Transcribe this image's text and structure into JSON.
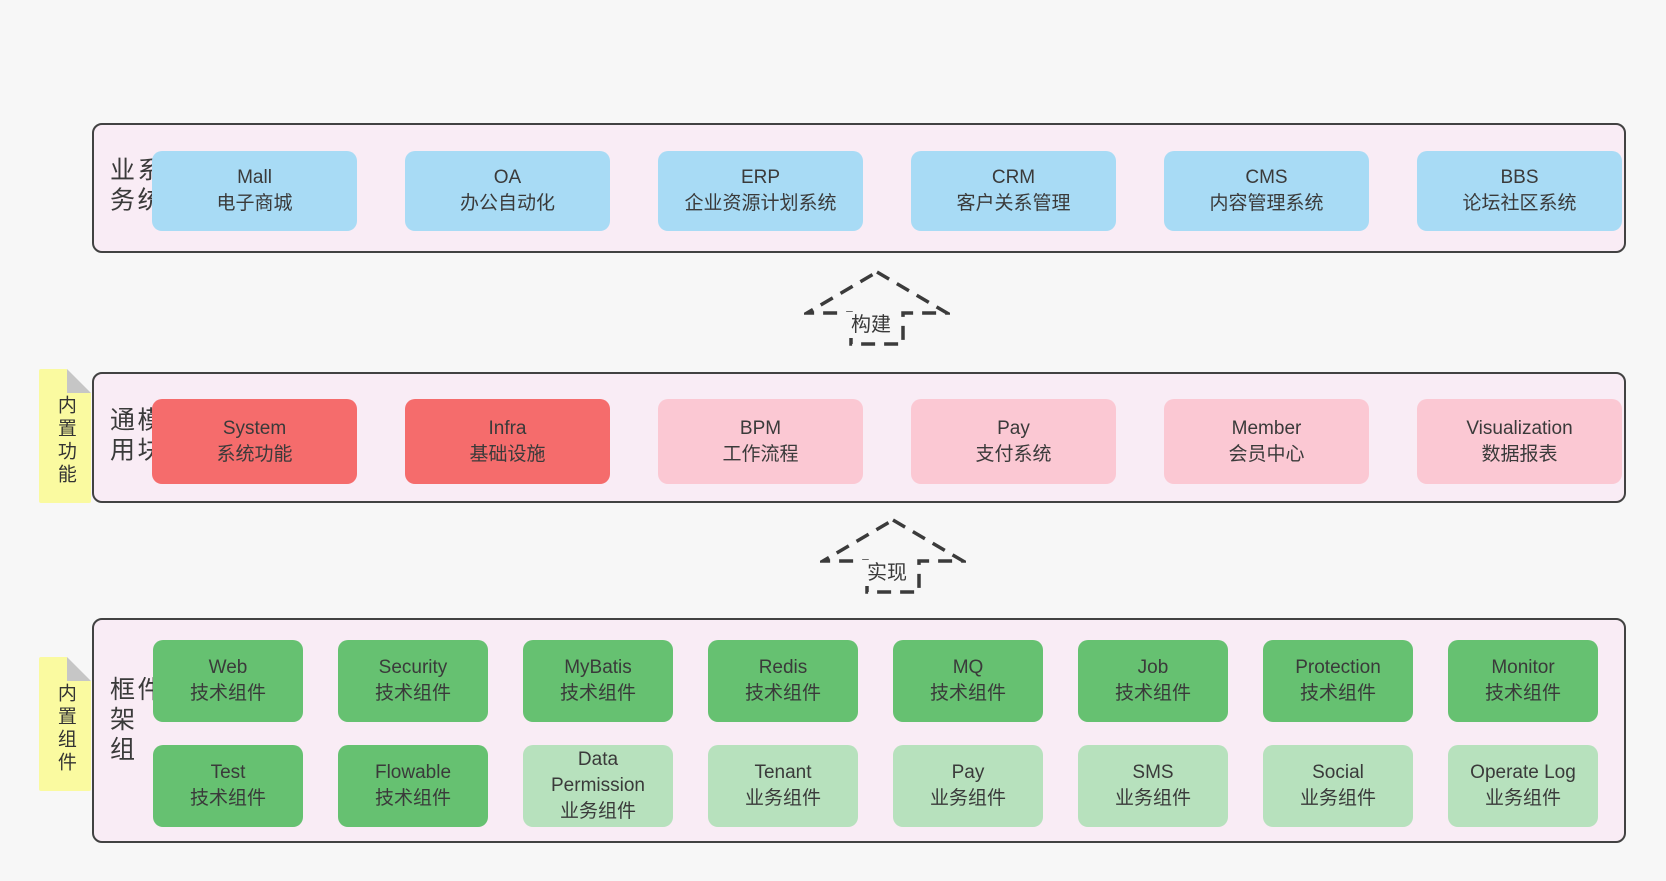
{
  "colors": {
    "page_bg": "#f7f7f7",
    "section_bg": "#f9ecf5",
    "section_border": "#424242",
    "box_blue": "#a8dbf5",
    "box_red": "#f56c6c",
    "box_pink": "#fbc8d3",
    "box_green": "#66c171",
    "box_light_green": "#b7e1bd",
    "sticky_yellow": "#fafaa0",
    "sticky_fold": "#c6c6c6",
    "text": "#3a3a3a",
    "arrow": "#3b3b3b"
  },
  "sections": [
    {
      "label": "业务系统",
      "rows": [
        [
          {
            "name": "Mall",
            "desc": "电子商城",
            "variant": "blue"
          },
          {
            "name": "OA",
            "desc": "办公自动化",
            "variant": "blue"
          },
          {
            "name": "ERP",
            "desc": "企业资源计划系统",
            "variant": "blue"
          },
          {
            "name": "CRM",
            "desc": "客户关系管理",
            "variant": "blue"
          },
          {
            "name": "CMS",
            "desc": "内容管理系统",
            "variant": "blue"
          },
          {
            "name": "BBS",
            "desc": "论坛社区系统",
            "variant": "blue"
          }
        ]
      ]
    },
    {
      "label": "通用模块",
      "rows": [
        [
          {
            "name": "System",
            "desc": "系统功能",
            "variant": "red"
          },
          {
            "name": "Infra",
            "desc": "基础设施",
            "variant": "red"
          },
          {
            "name": "BPM",
            "desc": "工作流程",
            "variant": "pink"
          },
          {
            "name": "Pay",
            "desc": "支付系统",
            "variant": "pink"
          },
          {
            "name": "Member",
            "desc": "会员中心",
            "variant": "pink"
          },
          {
            "name": "Visualization",
            "desc": "数据报表",
            "variant": "pink"
          }
        ]
      ]
    },
    {
      "label": "框架组件",
      "rows": [
        [
          {
            "name": "Web",
            "desc": "技术组件",
            "variant": "green"
          },
          {
            "name": "Security",
            "desc": "技术组件",
            "variant": "green"
          },
          {
            "name": "MyBatis",
            "desc": "技术组件",
            "variant": "green"
          },
          {
            "name": "Redis",
            "desc": "技术组件",
            "variant": "green"
          },
          {
            "name": "MQ",
            "desc": "技术组件",
            "variant": "green"
          },
          {
            "name": "Job",
            "desc": "技术组件",
            "variant": "green"
          },
          {
            "name": "Protection",
            "desc": "技术组件",
            "variant": "green"
          },
          {
            "name": "Monitor",
            "desc": "技术组件",
            "variant": "green"
          }
        ],
        [
          {
            "name": "Test",
            "desc": "技术组件",
            "variant": "green"
          },
          {
            "name": "Flowable",
            "desc": "技术组件",
            "variant": "green"
          },
          {
            "name": "Data Permission",
            "desc": "业务组件",
            "variant": "lightgreen"
          },
          {
            "name": "Tenant",
            "desc": "业务组件",
            "variant": "lightgreen"
          },
          {
            "name": "Pay",
            "desc": "业务组件",
            "variant": "lightgreen"
          },
          {
            "name": "SMS",
            "desc": "业务组件",
            "variant": "lightgreen"
          },
          {
            "name": "Social",
            "desc": "业务组件",
            "variant": "lightgreen"
          },
          {
            "name": "Operate Log",
            "desc": "业务组件",
            "variant": "lightgreen"
          }
        ]
      ]
    }
  ],
  "arrows": [
    {
      "label": "构建"
    },
    {
      "label": "实现"
    }
  ],
  "stickies": [
    {
      "label": "内置功能"
    },
    {
      "label": "内置组件"
    }
  ]
}
